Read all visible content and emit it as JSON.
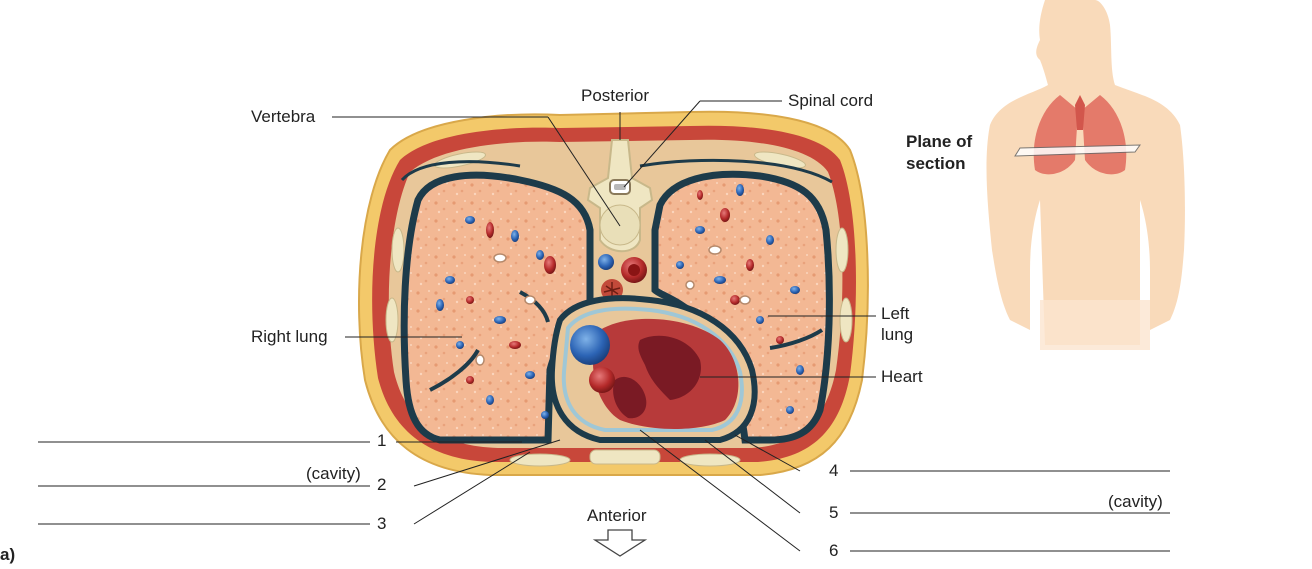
{
  "labels": {
    "posterior": "Posterior",
    "spinal_cord": "Spinal cord",
    "vertebra": "Vertebra",
    "right_lung": "Right lung",
    "left_lung_1": "Left",
    "left_lung_2": "lung",
    "heart": "Heart",
    "anterior": "Anterior",
    "plane_1": "Plane of",
    "plane_2": "section",
    "panel": "a)"
  },
  "blanks": {
    "n1": "1",
    "n2": "2",
    "n3": "3",
    "n4": "4",
    "n5": "5",
    "n6": "6",
    "cavity_left": "(cavity)",
    "cavity_right": "(cavity)"
  },
  "colors": {
    "skin": "#f3c96a",
    "muscle": "#c8473a",
    "lung": "#f2b48e",
    "pleura": "#1d3b4a",
    "heart": "#b73a3a",
    "bone": "#efe6c2",
    "body_silhouette": "#f8d6b2"
  }
}
